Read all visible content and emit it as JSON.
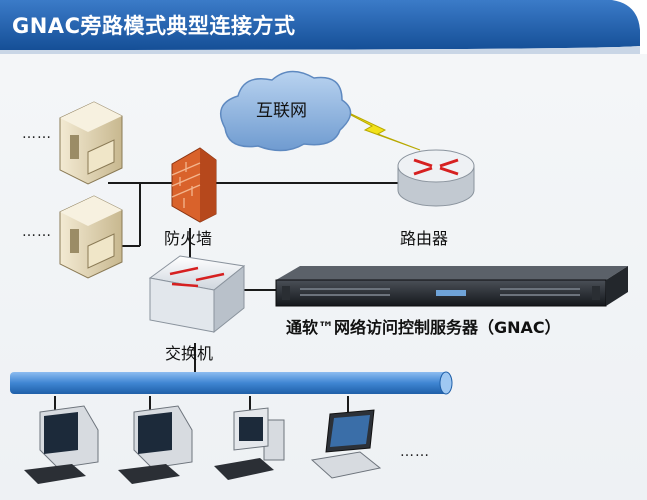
{
  "title": "GNAC旁路模式典型连接方式",
  "labels": {
    "internet": "互联网",
    "firewall": "防火墙",
    "router": "路由器",
    "switch": "交换机",
    "server": "通软™网络访问控制服务器（GNAC）",
    "ellipsis": "……"
  },
  "colors": {
    "header": "#1d5aa6",
    "bus": "#3f86d3",
    "cloud": "#8db4e2",
    "firewall": "#d9622b",
    "router": "#d8dde3",
    "arrow": "#d62020",
    "lightning": "#f2e21a"
  },
  "nodes": [
    {
      "name": "server-tower-1",
      "icon": "server-tower-icon"
    },
    {
      "name": "server-tower-2",
      "icon": "server-tower-icon"
    },
    {
      "name": "internet-cloud",
      "icon": "cloud-icon"
    },
    {
      "name": "firewall",
      "icon": "brick-wall-icon"
    },
    {
      "name": "router",
      "icon": "router-icon"
    },
    {
      "name": "switch",
      "icon": "switch-icon"
    },
    {
      "name": "gnac-server",
      "icon": "rack-server-icon"
    },
    {
      "name": "desktop-1",
      "icon": "crt-monitor-icon"
    },
    {
      "name": "desktop-2",
      "icon": "crt-monitor-icon"
    },
    {
      "name": "desktop-3",
      "icon": "desktop-pc-icon"
    },
    {
      "name": "laptop",
      "icon": "laptop-icon"
    }
  ]
}
